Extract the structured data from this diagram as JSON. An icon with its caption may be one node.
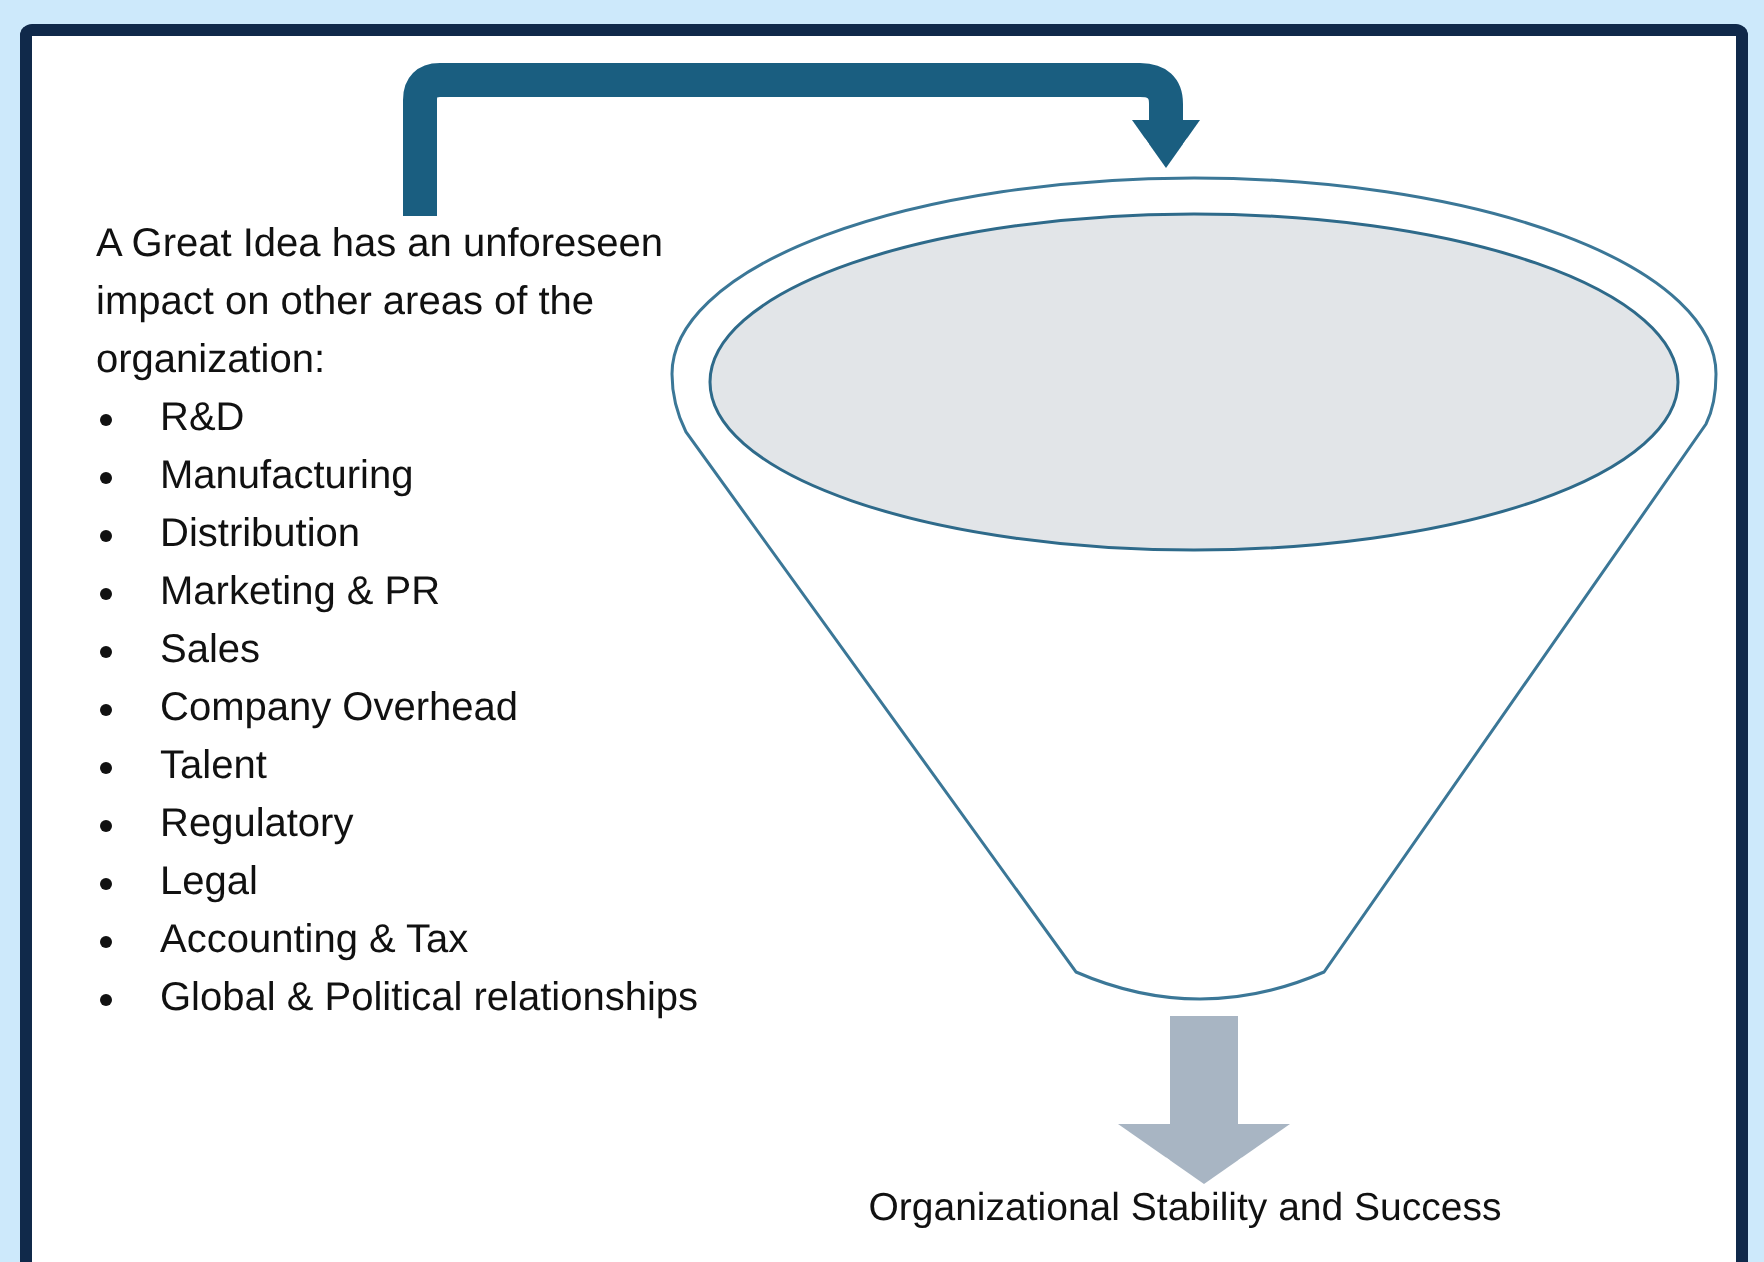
{
  "diagram": {
    "nodes": [
      {
        "text": [
          "A Great Idea has an unforeseen impact on other areas of the organization:",
          "R&D",
          "Manufacturing",
          "Distribution",
          "Marketing & PR",
          "Sales",
          "Company Overhead",
          "Talent",
          "Regulatory",
          "Legal",
          "Accounting & Tax",
          "Global & Political relationships"
        ]
      },
      {
        "text": [],
        "shape": "funnel"
      },
      {
        "text": [
          "Organizational Stability and Success"
        ]
      }
    ],
    "edges": [
      {
        "from": 0,
        "to": 1,
        "arrow": "to",
        "color": "#1a5e80"
      },
      {
        "from": 1,
        "to": 2,
        "arrow": "to",
        "style": "thick",
        "color": "#a8b5c3"
      }
    ]
  }
}
